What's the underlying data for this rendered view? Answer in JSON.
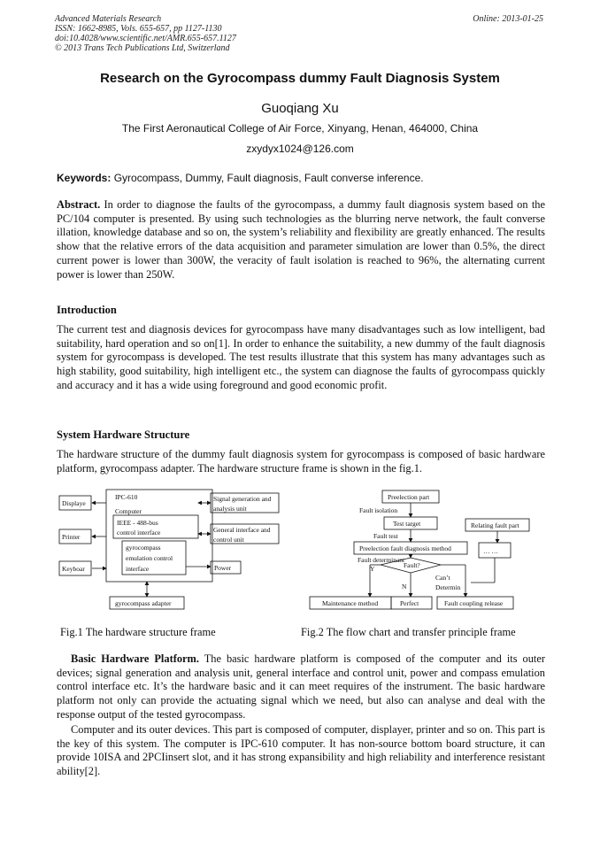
{
  "header": {
    "journal": "Advanced Materials Research",
    "issn": "ISSN: 1662-8985, Vols. 655-657, pp 1127-1130",
    "doi": "doi:10.4028/www.scientific.net/AMR.655-657.1127",
    "copyright": "© 2013 Trans Tech Publications Ltd, Switzerland",
    "online": "Online: 2013-01-25"
  },
  "title": "Research on the Gyrocompass dummy Fault Diagnosis System",
  "author": "Guoqiang Xu",
  "affiliation": "The First Aeronautical College of Air Force,   Xinyang, Henan, 464000, China",
  "email": "zxydyx1024@126.com",
  "keywords": {
    "label": "Keywords:",
    "text": " Gyrocompass, Dummy, Fault diagnosis, Fault converse inference."
  },
  "abstract": {
    "label": "Abstract.",
    "text": " In order to diagnose the faults of the gyrocompass, a dummy fault diagnosis system based on the PC/104 computer is presented. By using such technologies as the blurring nerve network, the fault converse illation, knowledge database and so on, the system’s reliability and flexibility are greatly enhanced. The results show that the relative errors of the data acquisition and parameter simulation are lower than 0.5%, the direct current power is lower than 300W, the veracity of fault isolation is reached to 96%, the alternating current power is lower than 250W."
  },
  "intro": {
    "heading": "Introduction",
    "text": "The current test and diagnosis devices for gyrocompass have many disadvantages such as low intelligent, bad suitability, hard operation and so on[1]. In order to enhance the suitability, a new dummy of the fault diagnosis system for gyrocompass is developed. The test results illustrate that this system has many advantages such as high stability, good suitability, high intelligent etc., the system can diagnose the faults of gyrocompass quickly and accuracy and it has a wide using foreground and good economic profit."
  },
  "hardware": {
    "heading": "System Hardware Structure",
    "text": "The hardware structure of the dummy fault diagnosis system for gyrocompass is composed of basic hardware platform, gyrocompass adapter. The hardware structure frame is shown in the fig.1."
  },
  "fig1": {
    "caption": "Fig.1 The hardware structure frame",
    "displayer": "Displaye",
    "printer": "Printer",
    "keyboard": "Keyboar",
    "ipc_line1": "IPC-610",
    "ipc_line2": "Computer",
    "ieee_line1": "IEEE  -  488-bus",
    "ieee_line2": "control interface",
    "gyro_line1": "gyrocompass",
    "gyro_line2": "emulation  control",
    "gyro_line3": "interface",
    "signal_line1": "Signal  generation  and",
    "signal_line2": "analysis unit",
    "general_line1": "General  interface  and",
    "general_line2": "control unit",
    "power": "Power",
    "adapter": "gyrocompass adapter"
  },
  "fig2": {
    "caption": "Fig.2 The flow chart and transfer principle frame",
    "preelection_part": "Preelection part",
    "fault_isolation": "Fault isolation",
    "test_target": "Test target",
    "relating_fault_part": "Relating fault part",
    "fault_test": "Fault test",
    "preelection_method": "Preelection fault diagnosis method",
    "dots": "… …",
    "fault_determinant": "Fault determinant",
    "y": "Y",
    "fault_q": "Fault?",
    "n": "N",
    "cant_line1": "Can’t",
    "cant_line2": "Determin",
    "maintenance": "Maintenance method",
    "perfect": "Perfect",
    "coupling": "Fault coupling release"
  },
  "platform": {
    "label": "Basic Hardware Platform.",
    "text": " The basic hardware platform is composed of the computer and its outer devices; signal generation and analysis unit, general interface and control unit, power and compass emulation control interface etc. It’s the hardware basic and it can meet requires of the instrument. The basic hardware platform not only can provide the actuating signal which we need, but also can analyse and deal with the response output of the tested gyrocompass."
  },
  "computer": {
    "text": "Computer and its outer devices. This part is composed of computer, displayer, printer and so on. This part is the key of this system. The computer is IPC-610 computer. It has non-source bottom board structure, it can provide 10ISA and 2PCIinsert slot, and it has strong expansibility and high reliability and interference resistant ability[2]."
  }
}
